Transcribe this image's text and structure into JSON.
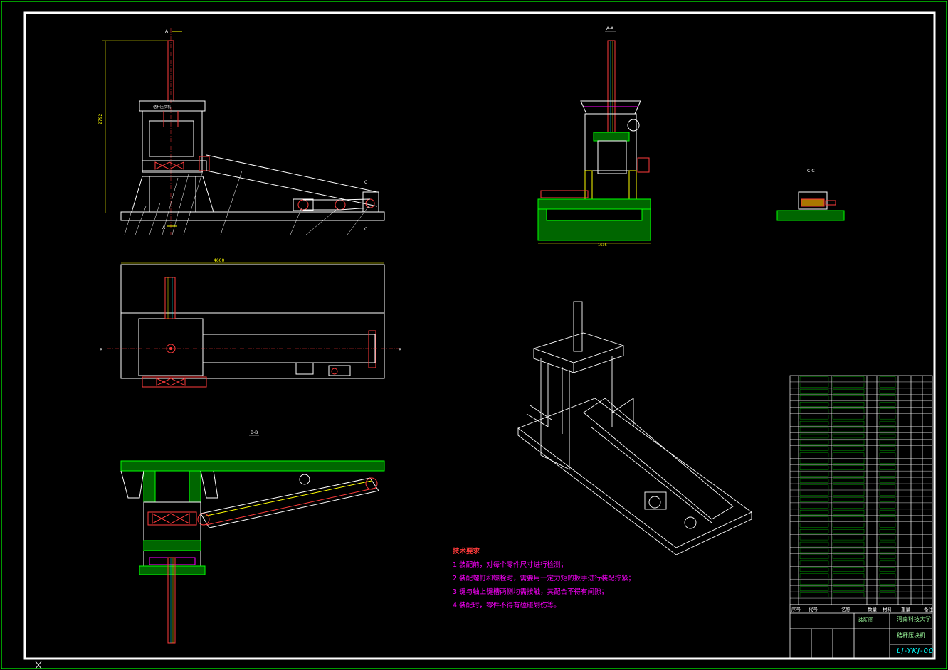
{
  "drawing": {
    "background": "#000000",
    "frame_color": "#00ff00",
    "border_color": "#ffffff",
    "line_yellow": "#ffff00",
    "line_red": "#ff3b3b",
    "line_cyan": "#00ffff",
    "hatch_green": "#00cc00"
  },
  "tech_requirements": {
    "title": "技术要求",
    "items": [
      "1.装配前，对每个零件尺寸进行检测；",
      "2.装配螺钉和螺栓时，需要用一定力矩的扳手进行装配拧紧；",
      "3.键与轴上键槽两侧均需接触，其配合不得有间隙；",
      "4.装配时，零件不得有磕碰划伤等。"
    ]
  },
  "title_block": {
    "school": "河南科技大学",
    "drawing_name": "秸秆压块机",
    "drawing_code": "LJ-YKJ-00",
    "assembly_label": "装配图",
    "header": [
      "序号",
      "代号",
      "名称",
      "数量",
      "材料",
      "重量",
      "备注"
    ]
  },
  "dimensions": {
    "height": "2792",
    "length": "4600",
    "base_width": "1636"
  },
  "section_labels": {
    "aa": "A-A",
    "bb": "B-B",
    "cc": "C-C"
  }
}
